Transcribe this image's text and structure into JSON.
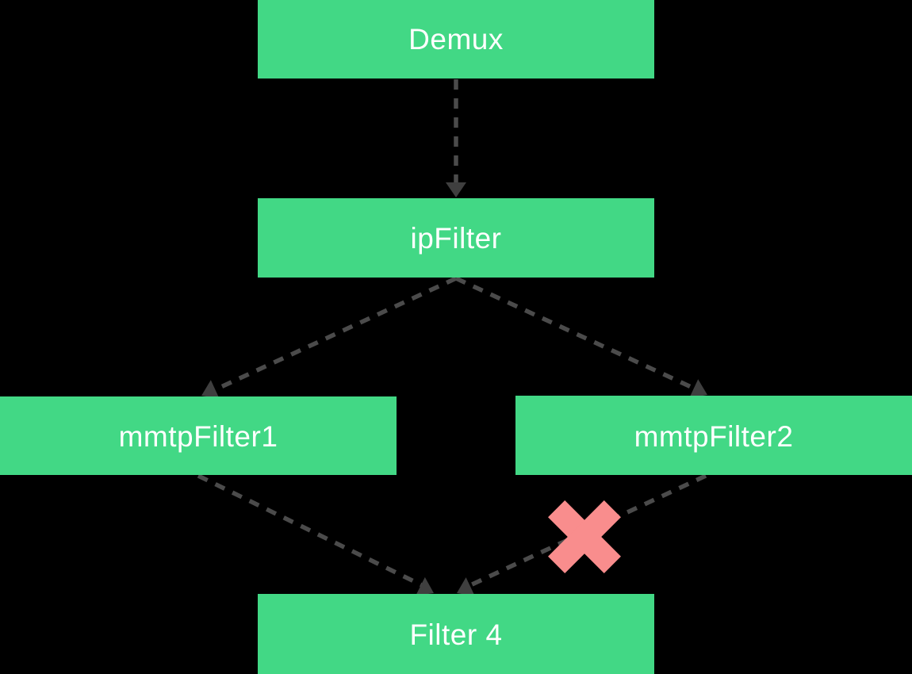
{
  "diagram": {
    "type": "flow-diagram",
    "background": "#000000",
    "colors": {
      "node": "#42d885",
      "text": "#ffffff",
      "edge": "#4b4b4b",
      "arrow": "#3f3f3f",
      "blocked": "#f98d8d"
    },
    "nodes": {
      "demux": {
        "label": "Demux"
      },
      "ip_filter": {
        "label": "ipFilter"
      },
      "mmtp_filter_1": {
        "label": "mmtpFilter1"
      },
      "mmtp_filter_2": {
        "label": "mmtpFilter2"
      },
      "filter_4": {
        "label": "Filter 4"
      }
    },
    "edges": [
      {
        "from": "Demux",
        "to": "ipFilter",
        "style": "dashed",
        "blocked": false
      },
      {
        "from": "ipFilter",
        "to": "mmtpFilter1",
        "style": "dashed",
        "blocked": false
      },
      {
        "from": "ipFilter",
        "to": "mmtpFilter2",
        "style": "dashed",
        "blocked": false
      },
      {
        "from": "mmtpFilter1",
        "to": "Filter 4",
        "style": "dashed",
        "blocked": false
      },
      {
        "from": "mmtpFilter2",
        "to": "Filter 4",
        "style": "dashed",
        "blocked": true
      }
    ]
  }
}
